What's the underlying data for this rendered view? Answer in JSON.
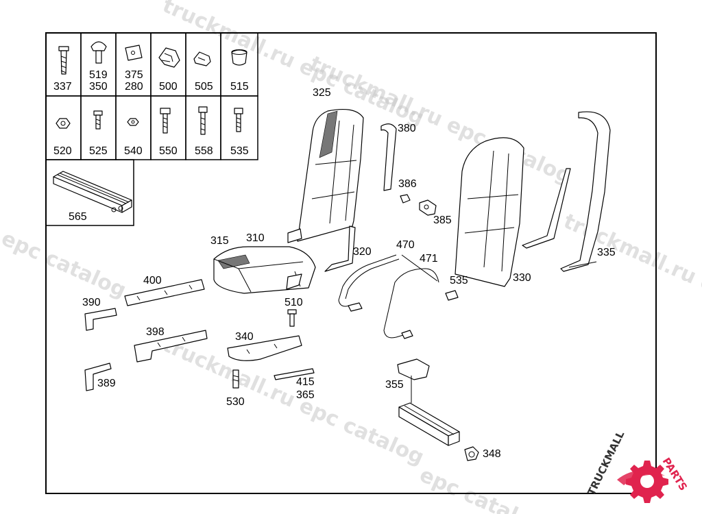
{
  "watermark": {
    "text": "truckmall.ru epc catalog",
    "text_short": "epc catalog",
    "text_long": "truckmall.ru epc catalog"
  },
  "logo": {
    "text_main": "TRUCKMALL",
    "text_accent": "PARTS",
    "color_main": "#333333",
    "color_accent": "#e0234e"
  },
  "legend_grid": {
    "row1": [
      "337",
      "519\n350",
      "375\n280",
      "500",
      "505",
      "515"
    ],
    "row2": [
      "520",
      "525",
      "540",
      "550",
      "558",
      "535"
    ],
    "row3": [
      "565"
    ]
  },
  "legend": {
    "c337": "337",
    "c519": "519",
    "c350": "350",
    "c375": "375",
    "c280": "280",
    "c500": "500",
    "c505": "505",
    "c515": "515",
    "c520": "520",
    "c525": "525",
    "c540": "540",
    "c550": "550",
    "c558": "558",
    "c535": "535",
    "c565": "565"
  },
  "callouts": {
    "p325": "325",
    "p380": "380",
    "p386": "386",
    "p385": "385",
    "p315": "315",
    "p310": "310",
    "p320": "320",
    "p470": "470",
    "p471": "471",
    "p535": "535",
    "p330": "330",
    "p335": "335",
    "p400": "400",
    "p390": "390",
    "p510": "510",
    "p398": "398",
    "p340": "340",
    "p389": "389",
    "p415": "415",
    "p365": "365",
    "p530": "530",
    "p355": "355",
    "p348": "348"
  }
}
